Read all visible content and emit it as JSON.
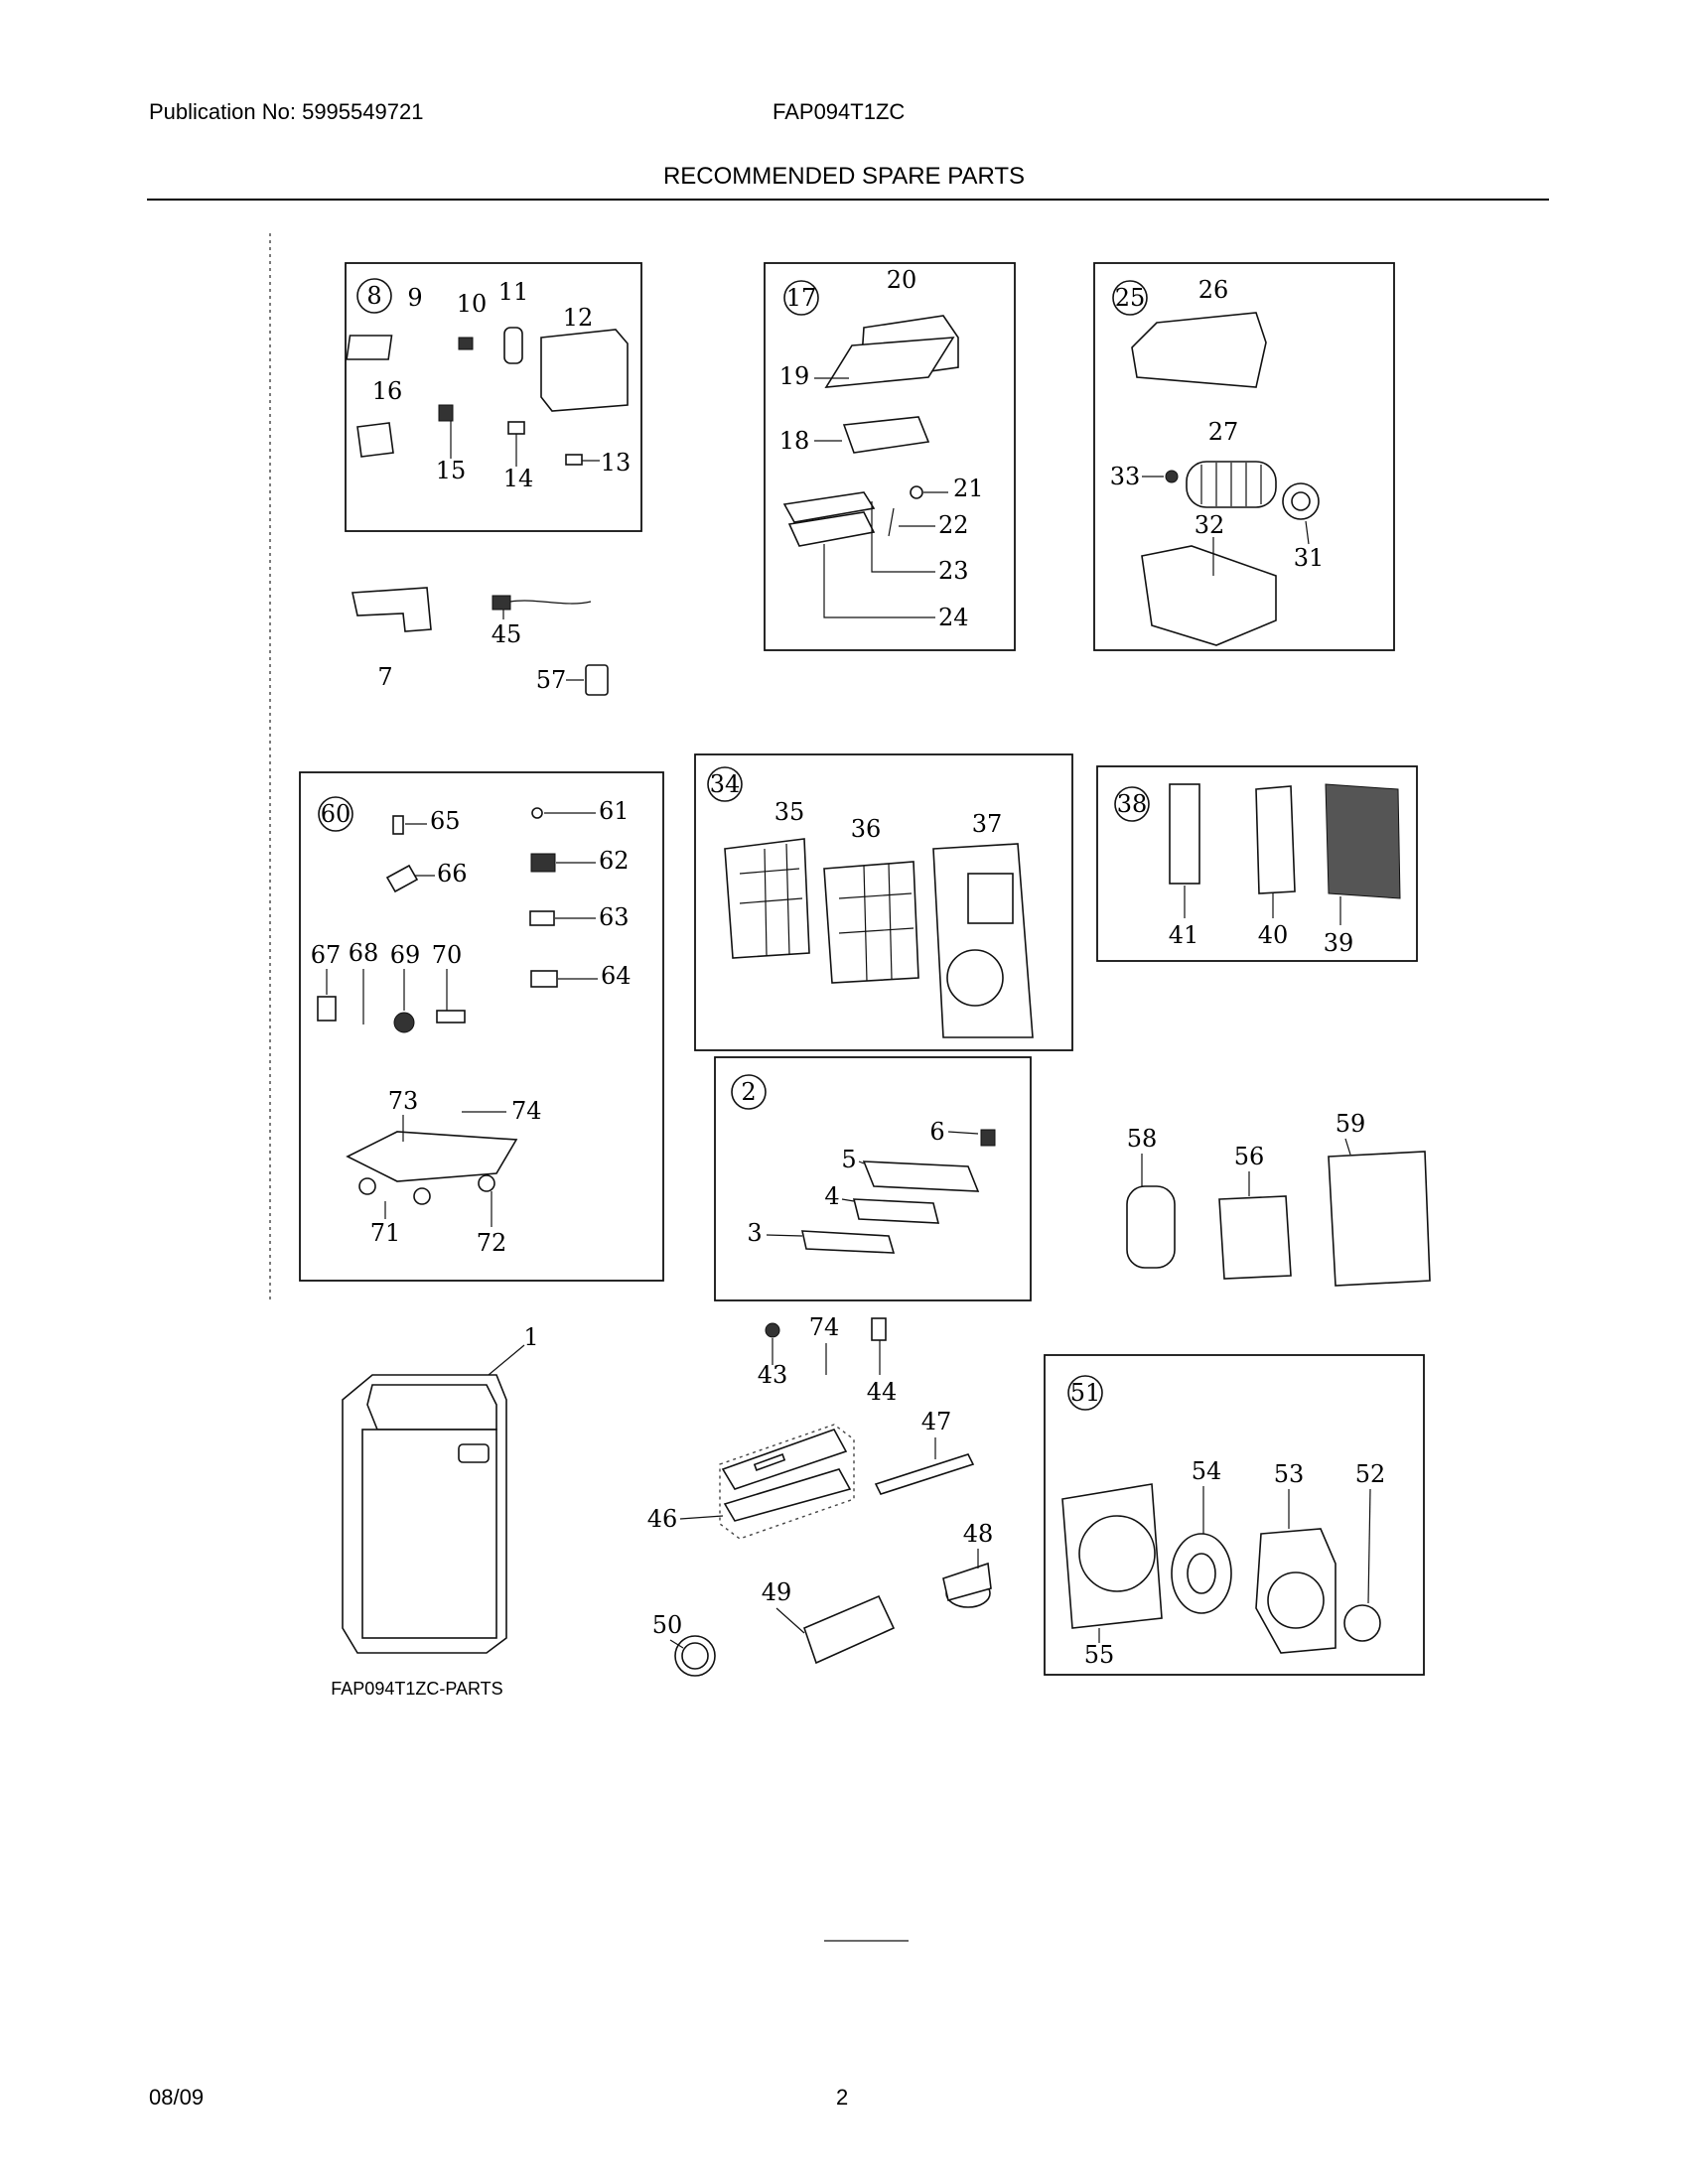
{
  "header": {
    "publication": "Publication No: 5995549721",
    "model": "FAP094T1ZC",
    "title": "RECOMMENDED SPARE PARTS"
  },
  "footer": {
    "date": "08/09",
    "page": "2"
  },
  "diagram": {
    "caption": "FAP094T1ZC-PARTS",
    "labels": {
      "p1": "1",
      "p2": "2",
      "p3": "3",
      "p4": "4",
      "p5": "5",
      "p6": "6",
      "p7": "7",
      "p8": "8",
      "p9": "9",
      "p10": "10",
      "p11": "11",
      "p12": "12",
      "p13": "13",
      "p14": "14",
      "p15": "15",
      "p16": "16",
      "p17": "17",
      "p18": "18",
      "p19": "19",
      "p20": "20",
      "p21": "21",
      "p22": "22",
      "p23": "23",
      "p24": "24",
      "p25": "25",
      "p26": "26",
      "p27": "27",
      "p31": "31",
      "p32": "32",
      "p33": "33",
      "p34": "34",
      "p35": "35",
      "p36": "36",
      "p37": "37",
      "p38": "38",
      "p39": "39",
      "p40": "40",
      "p41": "41",
      "p43": "43",
      "p44": "44",
      "p45": "45",
      "p46": "46",
      "p47": "47",
      "p48": "48",
      "p49": "49",
      "p50": "50",
      "p51": "51",
      "p52": "52",
      "p53": "53",
      "p54": "54",
      "p55": "55",
      "p56": "56",
      "p57": "57",
      "p58": "58",
      "p59": "59",
      "p60": "60",
      "p61": "61",
      "p62": "62",
      "p63": "63",
      "p64": "64",
      "p65": "65",
      "p66": "66",
      "p67": "67",
      "p68": "68",
      "p69": "69",
      "p70": "70",
      "p71": "71",
      "p72": "72",
      "p73": "73",
      "p74": "74",
      "p74b": "74"
    }
  }
}
